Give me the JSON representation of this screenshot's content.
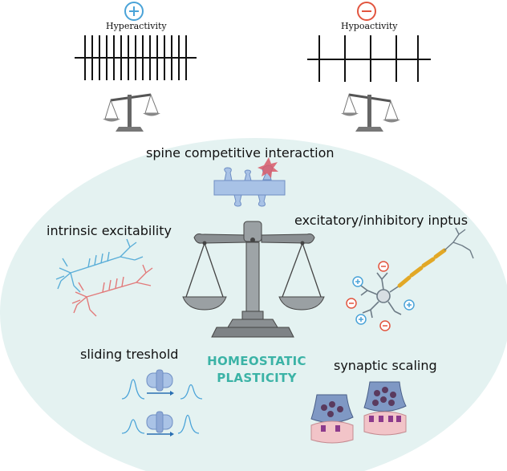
{
  "top": {
    "left": {
      "sign": "+",
      "label": "Hyperactivity",
      "sign_color": "#4aa3d8"
    },
    "right": {
      "sign": "-",
      "label": "Hypoactivity",
      "sign_color": "#e2553f"
    }
  },
  "mechanisms": {
    "spine": "spine competitive interaction",
    "intrinsic": "intrinsic excitability",
    "exc_inh": "excitatory/inhibitory inptus",
    "sliding": "sliding treshold",
    "scaling": "synaptic scaling"
  },
  "center": {
    "line1": "HOMEOSTATIC",
    "line2": "PLASTICITY"
  },
  "colors": {
    "ellipse": "#e4f2f1",
    "accent": "#3bb3a6",
    "blue": "#4aa3d8",
    "red": "#e2553f"
  }
}
